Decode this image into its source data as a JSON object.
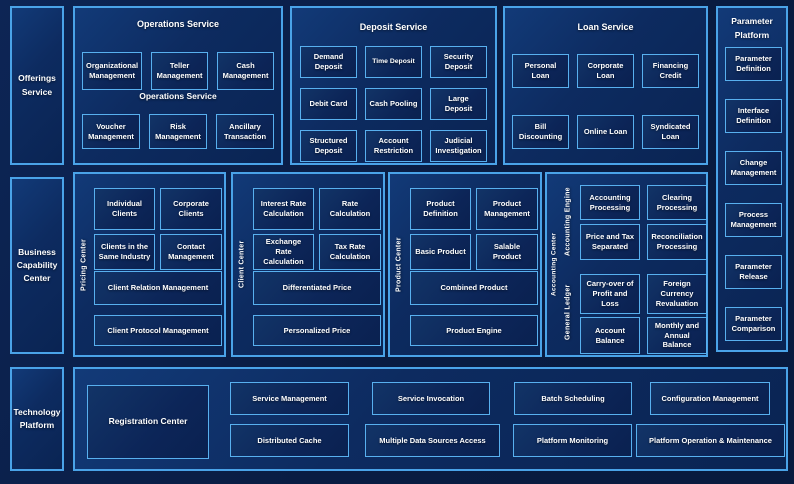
{
  "theme": {
    "bg": "#091c42",
    "panel_fill": "#0d2b60",
    "panel_border": "#4aa3e8",
    "box_fill": "#0c2558",
    "box_border": "#58b0ef",
    "text": "#ffffff"
  },
  "sidebar": {
    "items": [
      {
        "label": "Offerings Service"
      },
      {
        "label": "Business Capability Center"
      },
      {
        "label": "Technology Platform"
      }
    ]
  },
  "operations_service": {
    "title": "Operations Service",
    "subtitle": "Operations Service",
    "row1": [
      "Organizational Management",
      "Teller Management",
      "Cash Management"
    ],
    "row2": [
      "Voucher Management",
      "Risk Management",
      "Ancillary Transaction"
    ]
  },
  "deposit_service": {
    "title": "Deposit Service",
    "items": [
      "Demand Deposit",
      "Time Deposit",
      "Security Deposit",
      "Debit Card",
      "Cash Pooling",
      "Large Deposit",
      "Structured Deposit",
      "Account Restriction",
      "Judicial Investigation"
    ]
  },
  "loan_service": {
    "title": "Loan Service",
    "row1": [
      "Personal Loan",
      "Corporate Loan",
      "Financing Credit"
    ],
    "row2": [
      "Bill Discounting",
      "Online Loan",
      "Syndicated Loan"
    ]
  },
  "parameter_platform": {
    "title": "Parameter Platform",
    "items": [
      "Parameter Definition",
      "Interface Definition",
      "Change Management",
      "Process Management",
      "Parameter Release",
      "Parameter Comparison"
    ]
  },
  "pricing_center": {
    "label": "Pricing Center",
    "grid": [
      "Individual Clients",
      "Corporate Clients",
      "Clients in the Same Industry",
      "Contact Management"
    ],
    "wide": [
      "Client Relation Management",
      "Client Protocol Management"
    ]
  },
  "client_center": {
    "label": "Client Center",
    "grid": [
      "Interest Rate Calculation",
      "Rate Calculation",
      "Exchange Rate Calculation",
      "Tax Rate Calculation"
    ],
    "wide": [
      "Differentiated Price",
      "Personalized Price"
    ]
  },
  "product_center": {
    "label": "Product Center",
    "grid": [
      "Product Definition",
      "Product Management",
      "Basic Product",
      "Salable Product"
    ],
    "wide": [
      "Combined Product",
      "Product Engine"
    ]
  },
  "accounting_center": {
    "label": "Accounting Center",
    "engine_label": "Accounting Engine",
    "ledger_label": "General Ledger",
    "engine_items": [
      "Accounting Processing",
      "Clearing Processing",
      "Price and Tax Separated",
      "Reconciliation Processing"
    ],
    "ledger_items": [
      "Carry-over of Profit and Loss",
      "Foreign Currency Revaluation",
      "Account Balance",
      "Monthly and Annual Balance"
    ]
  },
  "technology_platform": {
    "registration": "Registration Center",
    "row1": [
      "Service Management",
      "Service Invocation",
      "Batch Scheduling",
      "Configuration Management"
    ],
    "row2": [
      "Distributed Cache",
      "Multiple Data Sources Access",
      "Platform Monitoring",
      "Platform Operation & Maintenance"
    ]
  }
}
